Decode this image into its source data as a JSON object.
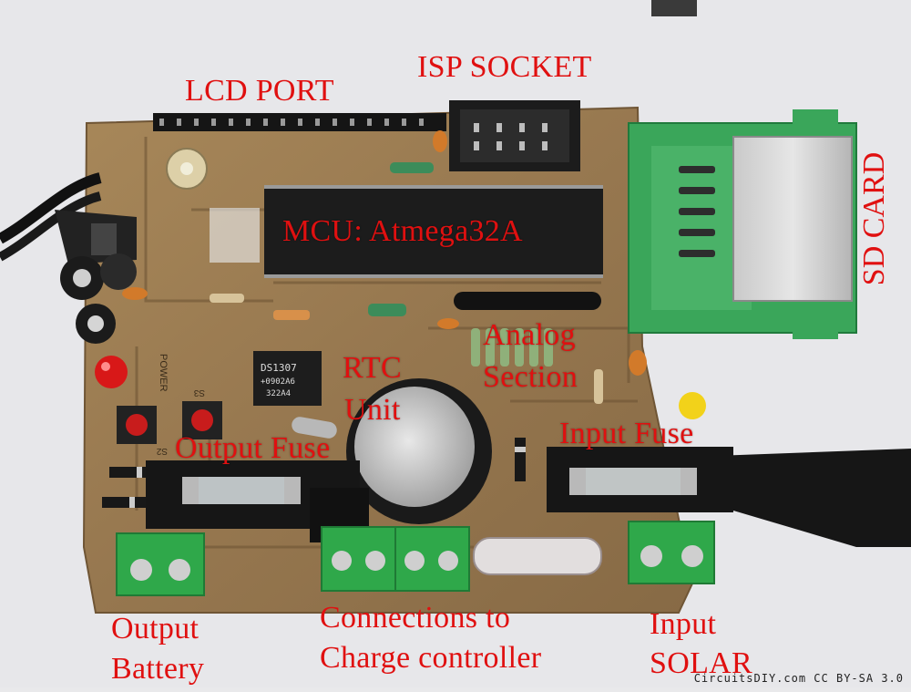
{
  "labels": {
    "lcd_port": "LCD PORT",
    "isp_socket": "ISP SOCKET",
    "sd_card": "SD CARD",
    "mcu": "MCU: Atmega32A",
    "analog_line1": "Analog",
    "analog_line2": "Section",
    "rtc_line1": "RTC",
    "rtc_line2": "Unit",
    "output_fuse": "Output Fuse",
    "input_fuse": "Input Fuse",
    "output_battery_line1": "Output",
    "output_battery_line2": "Battery",
    "charge_controller_line1": "Connections to",
    "charge_controller_line2": "Charge controller",
    "input_solar_line1": "Input",
    "input_solar_line2": "SOLAR"
  },
  "chip_markings": {
    "rtc_line1": "DS1307",
    "rtc_line2": "+0902A6",
    "rtc_line3": "322A4"
  },
  "silkscreen": {
    "power": "POWER",
    "s2": "S2",
    "s3": "S3"
  },
  "credit": "CircuitsDIY.com CC BY-SA 3.0",
  "colors": {
    "label_red": "#e01010",
    "pcb": "#9a7b55",
    "terminal_green": "#2fa84a",
    "ic_black": "#1c1c1c",
    "led_red": "#d81818",
    "led_yellow": "#f2d21a"
  }
}
